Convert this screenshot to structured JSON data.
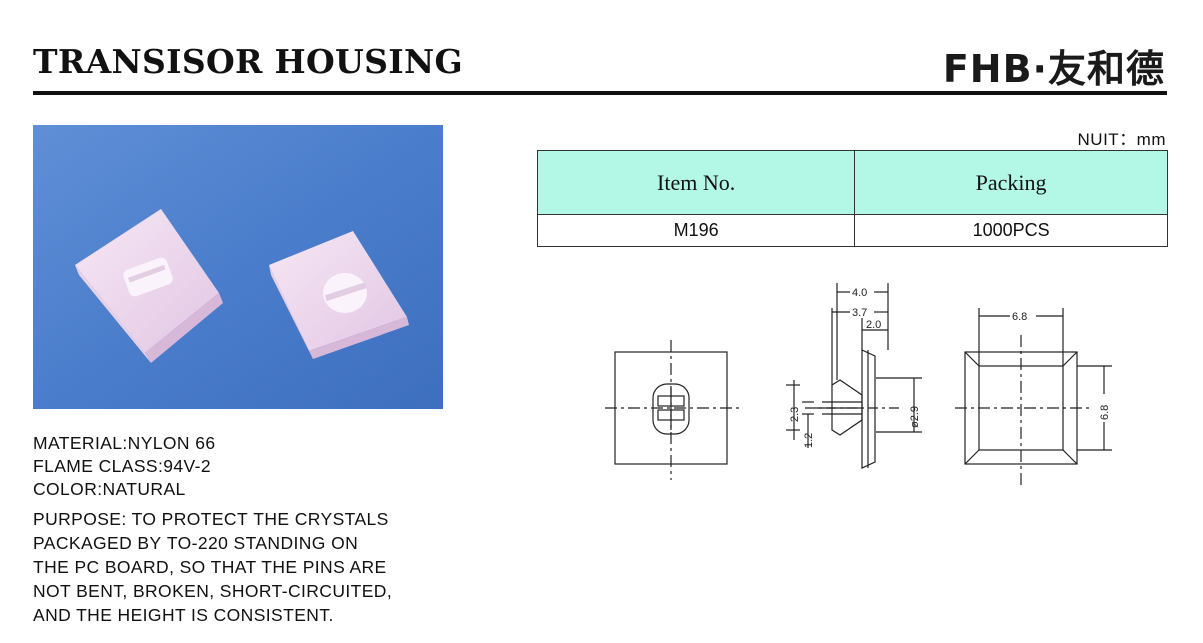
{
  "header": {
    "title": "TRANSISOR HOUSING",
    "brand": "FHB·友和德"
  },
  "photo": {
    "description_icon": "product-photo"
  },
  "specs": {
    "material": "MATERIAL:NYLON 66",
    "flame_class": "FLAME CLASS:94V-2",
    "color": "COLOR:NATURAL"
  },
  "purpose": {
    "line1": "PURPOSE: TO PROTECT THE CRYSTALS",
    "line2": "PACKAGED BY TO-220 STANDING ON",
    "line3": "THE PC BOARD, SO THAT THE PINS ARE",
    "line4": "NOT BENT, BROKEN, SHORT-CIRCUITED,",
    "line5": "AND THE HEIGHT IS CONSISTENT."
  },
  "unit": "NUIT：mm",
  "table": {
    "headers": [
      "Item No.",
      "Packing"
    ],
    "rows": [
      [
        "M196",
        "1000PCS"
      ]
    ],
    "header_color": "#b3f8e6"
  },
  "drawing": {
    "side_dims": {
      "d1": "4.0",
      "d2": "3.7",
      "d3": "2.0",
      "d4": "2.3",
      "d5": "1.2",
      "d6": "ø2.9"
    },
    "right_dims": {
      "width": "6.8",
      "height": "6.8"
    }
  }
}
